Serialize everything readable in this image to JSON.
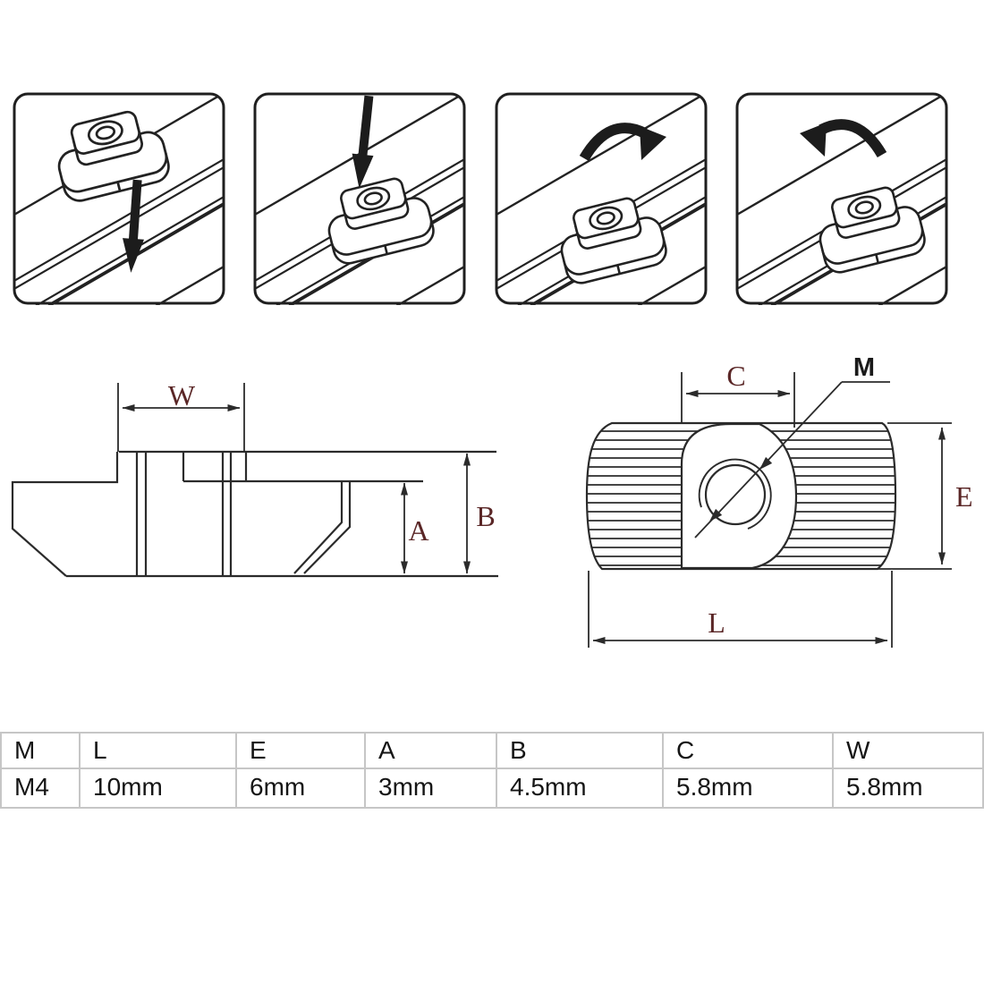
{
  "page": {
    "background": "#ffffff",
    "description": "T-slot drop-in nut installation steps, dimension drawings and size table"
  },
  "colors": {
    "line": "#2b2b2b",
    "dim_label": "#5a2626",
    "m_label": "#1a1a1a",
    "arrow_fill": "#1c1c1c",
    "table_border": "#c6c6c6",
    "table_text": "#151515"
  },
  "installation_steps": {
    "panel_count": 4,
    "panels": [
      {
        "step": 1,
        "icon": "down-arrow-icon"
      },
      {
        "step": 2,
        "icon": "down-arrow-icon"
      },
      {
        "step": 3,
        "icon": "rotate-arrow-icon"
      },
      {
        "step": 4,
        "icon": "rotate-arrow-icon"
      }
    ]
  },
  "side_view": {
    "labels": {
      "W": "W",
      "A": "A",
      "B": "B"
    }
  },
  "top_view": {
    "labels": {
      "C": "C",
      "M": "M",
      "E": "E",
      "L": "L"
    }
  },
  "spec_table": {
    "headers": [
      "M",
      "L",
      "E",
      "A",
      "B",
      "C",
      "W"
    ],
    "rows": [
      [
        "M4",
        "10mm",
        "6mm",
        "3mm",
        "4.5mm",
        "5.8mm",
        "5.8mm"
      ]
    ]
  }
}
